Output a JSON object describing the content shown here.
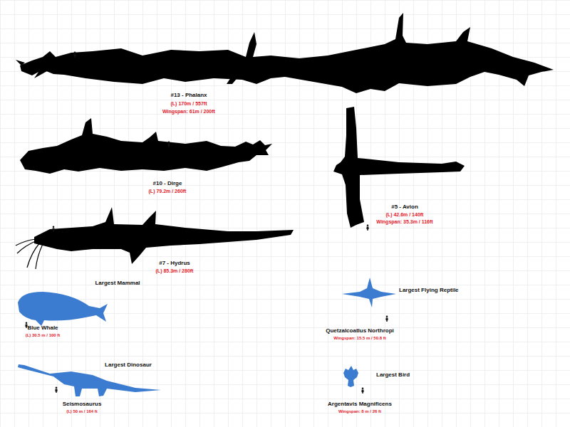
{
  "diagram": {
    "labels": [
      "#13 - Phalanx",
      "(L) 170m / 557ft",
      "Wingspan: 61m / 200ft",
      "#10 - Dirge",
      "(L) 79.2m / 260ft",
      "#5 - Avion",
      "(L) 42.6m / 140ft",
      "Wingspan: 35.3m / 116ft",
      "#7 - Hydrus",
      "(L) 85.3m / 280ft",
      "Largest Mammal",
      "Largest Flying Reptile",
      "Blue Whale",
      "(L) 30.5 m / 100 ft",
      "Quetzalcoatlus Northropi",
      "Wingspan: 15.5 m / 50.8 ft",
      "Largest Dinosaur",
      "Largest Bird",
      "Seismosaurus",
      "(L) 50 m / 164 ft",
      "Argentavis Magnificens",
      "Wingspan: 8 m / 26 ft"
    ]
  }
}
